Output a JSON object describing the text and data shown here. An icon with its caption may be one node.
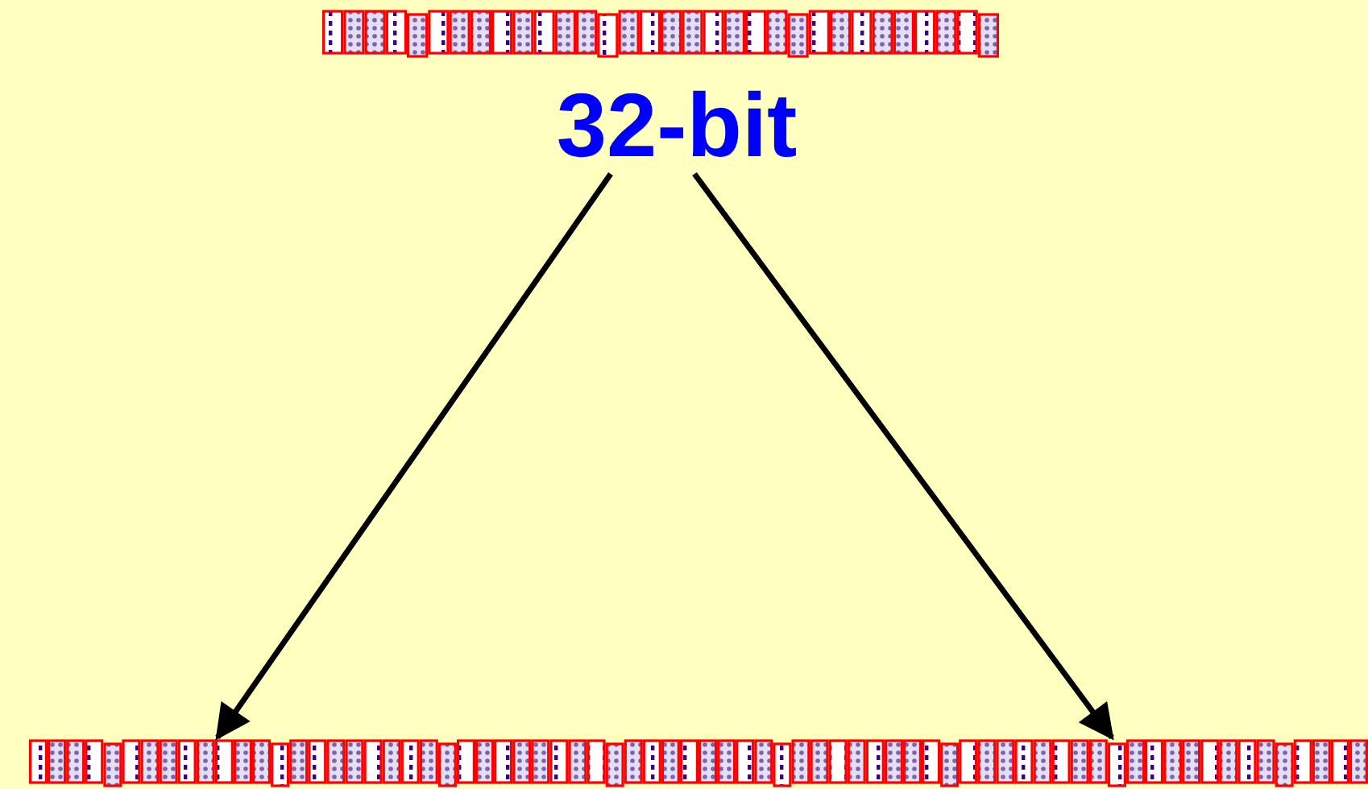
{
  "diagram": {
    "nodes": [
      {
        "text": [],
        "shape": "bar"
      },
      {
        "text": [
          "32-bit"
        ]
      },
      {
        "text": [],
        "shape": "bar"
      }
    ],
    "edges": [
      {
        "from": 1,
        "to": 2,
        "arrow": "to"
      },
      {
        "from": 1,
        "to": 2,
        "arrow": "to"
      }
    ]
  }
}
